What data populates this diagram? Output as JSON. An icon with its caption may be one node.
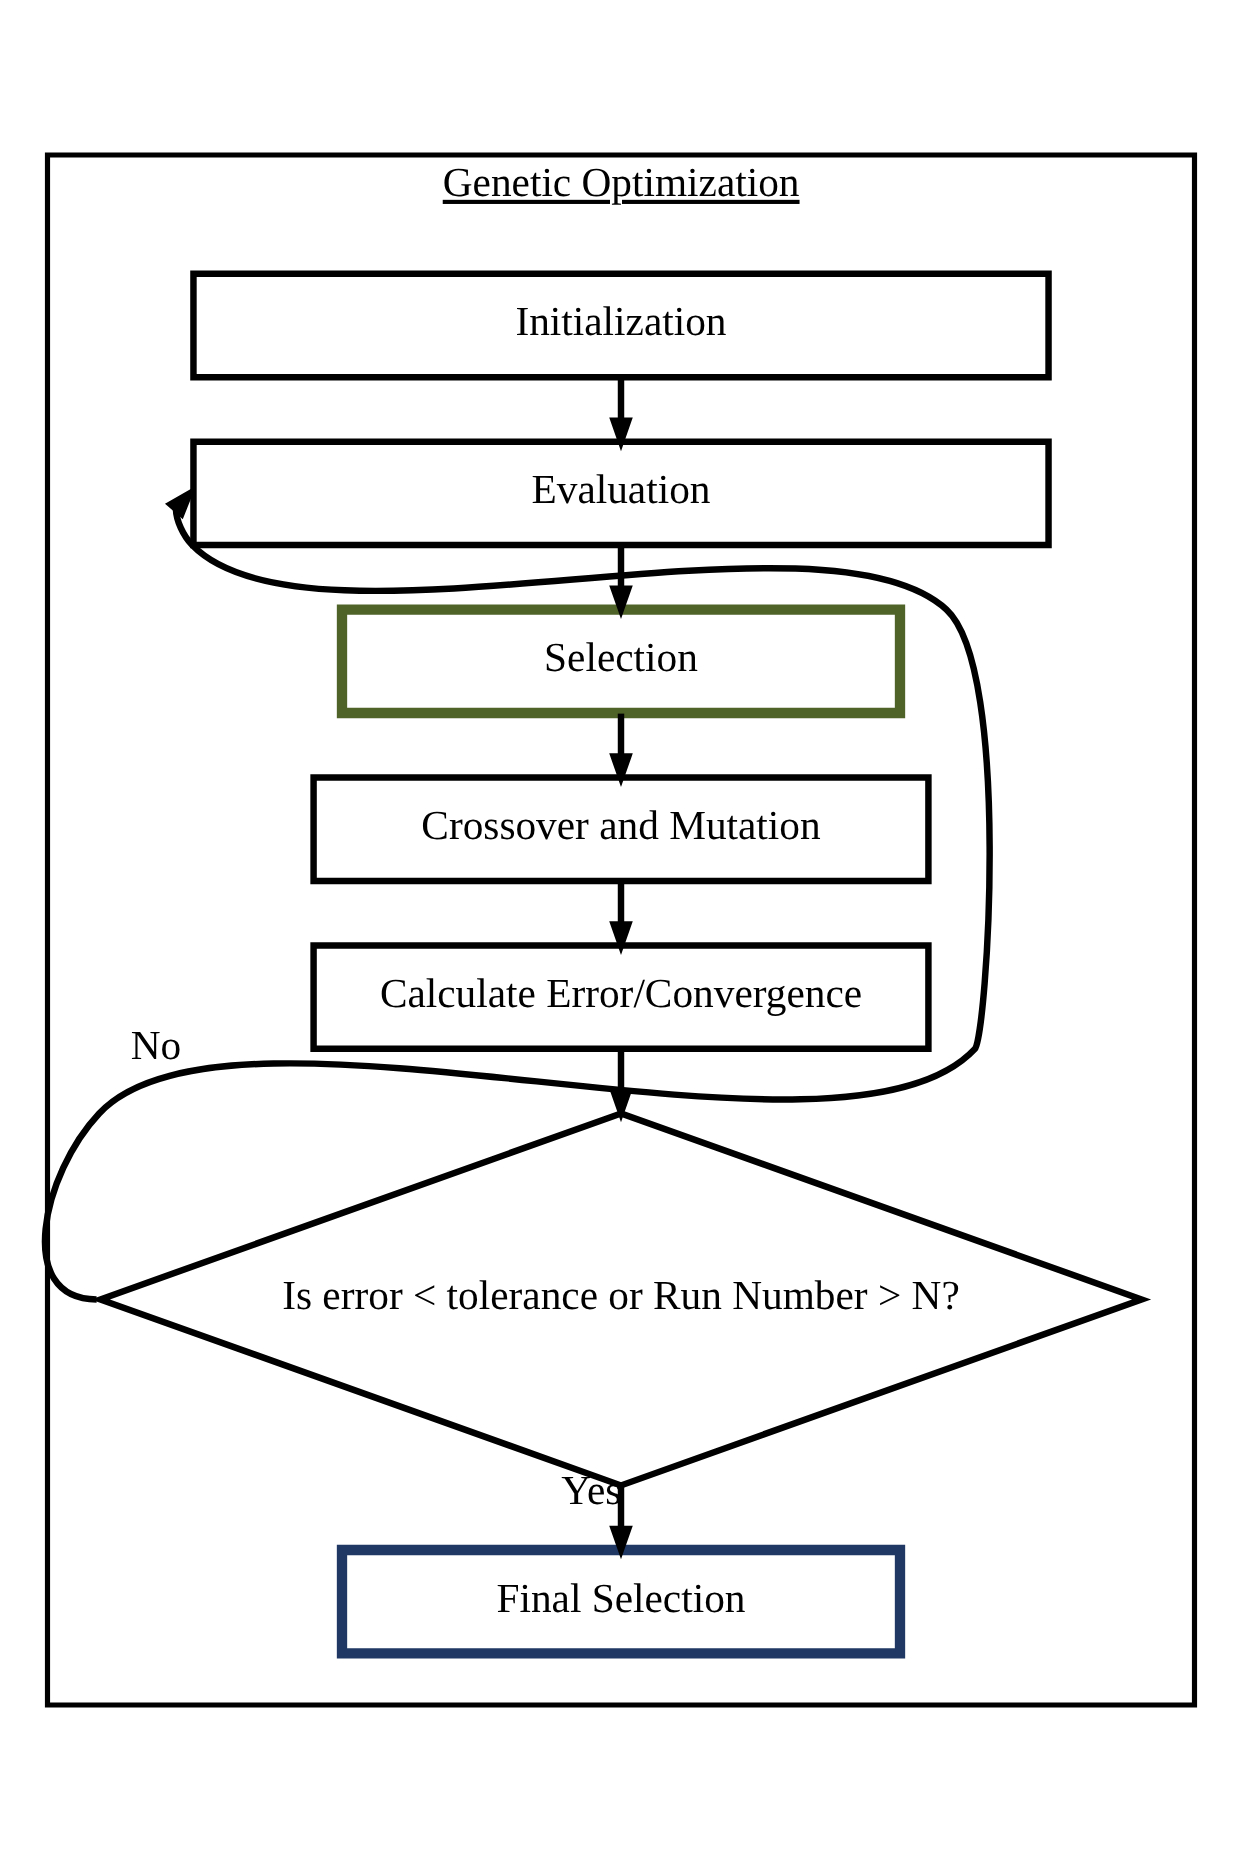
{
  "diagram": {
    "nodes": [
      {
        "text": [
          "Genetic Optimization"
        ]
      },
      {
        "text": [
          "Initialization"
        ],
        "in": 0
      },
      {
        "text": [
          "Evaluation"
        ],
        "in": 0
      },
      {
        "text": [
          "Selection"
        ],
        "in": 0
      },
      {
        "text": [
          "Crossover and Mutation"
        ],
        "in": 0
      },
      {
        "text": [
          "Calculate Error/Convergence"
        ],
        "in": 0
      },
      {
        "text": [
          "Is error < tolerance or Run Number > N?"
        ],
        "in": 0
      },
      {
        "text": [
          "Final Selection"
        ],
        "in": 0
      }
    ],
    "edges": [
      {
        "from": 1,
        "to": 2,
        "arrow": "to"
      },
      {
        "from": 2,
        "to": 3,
        "arrow": "to"
      },
      {
        "from": 3,
        "to": 4,
        "arrow": "to"
      },
      {
        "from": 4,
        "to": 5,
        "arrow": "to"
      },
      {
        "from": 5,
        "to": 6,
        "arrow": "to"
      },
      {
        "from": 6,
        "to": 2,
        "arrow": "to",
        "label": "No"
      },
      {
        "from": 6,
        "to": 7,
        "arrow": "to",
        "label": "Yes"
      }
    ]
  }
}
